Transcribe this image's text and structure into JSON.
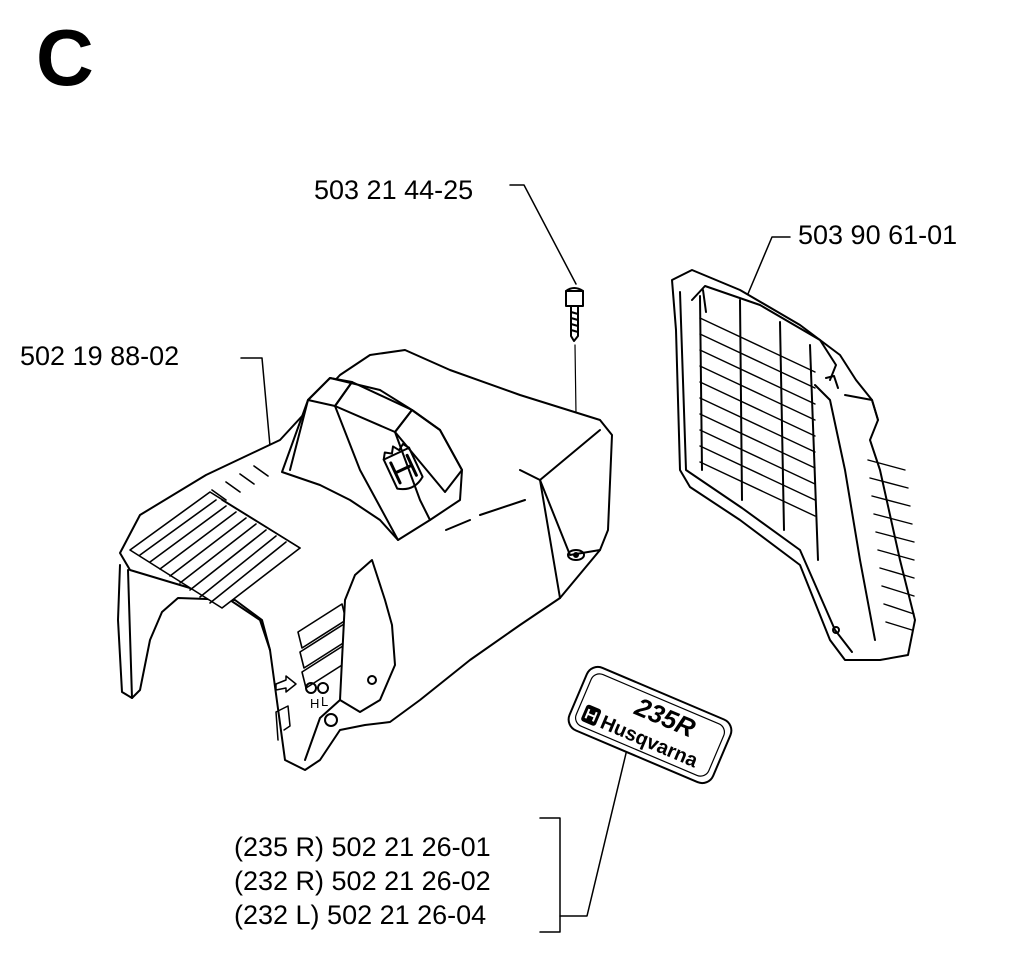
{
  "section": {
    "letter": "C"
  },
  "parts": {
    "screw": "503 21 44-25",
    "cover": "502 19 88-02",
    "air_filter": "503 90 61-01",
    "decal_235R": "(235 R) 502 21 26-01",
    "decal_232R": "(232 R) 502 21 26-02",
    "decal_232L": "(232 L) 502 21 26-04"
  },
  "decal": {
    "model": "235R",
    "brand": "Husqvarna"
  },
  "cover_markings": {
    "h": "H",
    "l": "L"
  }
}
